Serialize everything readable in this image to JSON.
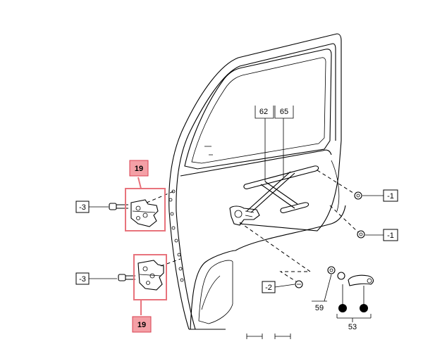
{
  "callouts": {
    "hinge_upper": "19",
    "hinge_lower": "19",
    "bolt_upper": "-3",
    "bolt_lower": "-3",
    "regulator_arm_62": "62",
    "regulator_arm_65": "65",
    "bolt_right_upper": "-1",
    "bolt_right_lower": "-1",
    "screw_2": "-2",
    "clip_59": "59",
    "handle_53": "53"
  },
  "colors": {
    "highlight_fill": "#f4a0a6",
    "highlight_frame": "#e8737c",
    "line": "#000000"
  }
}
